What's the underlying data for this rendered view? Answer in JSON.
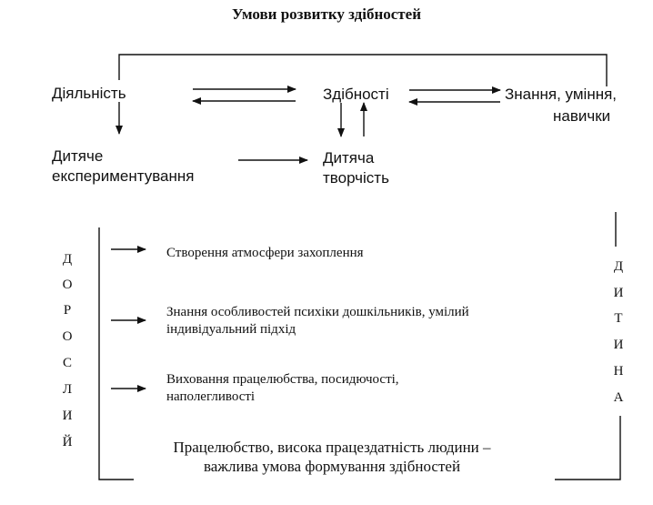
{
  "title": "Умови розвитку здібностей",
  "nodes": {
    "activity": "Діяльність",
    "abilities": "Здібності",
    "knowledge_line1": "Знання, уміння,",
    "knowledge_line2": "навички",
    "experiment_line1": "Дитяче",
    "experiment_line2": "експериментування",
    "creativity_line1": "Дитяча",
    "creativity_line2": "творчість"
  },
  "left_label": [
    "Д",
    "О",
    "Р",
    "О",
    "С",
    "Л",
    "И",
    "Й"
  ],
  "right_label": [
    "Д",
    "И",
    "Т",
    "И",
    "Н",
    "А"
  ],
  "items": [
    {
      "line1": "Створення атмосфери захоплення",
      "line2": ""
    },
    {
      "line1": "Знання особливостей психіки дошкільників, умілий",
      "line2": "індивідуальний підхід"
    },
    {
      "line1": "Виховання працелюбства, посидючості,",
      "line2": "наполегливості"
    }
  ],
  "conclusion": {
    "line1": "Працелюбство, висока працездатність людини –",
    "line2": "важлива умова формування здібностей"
  }
}
